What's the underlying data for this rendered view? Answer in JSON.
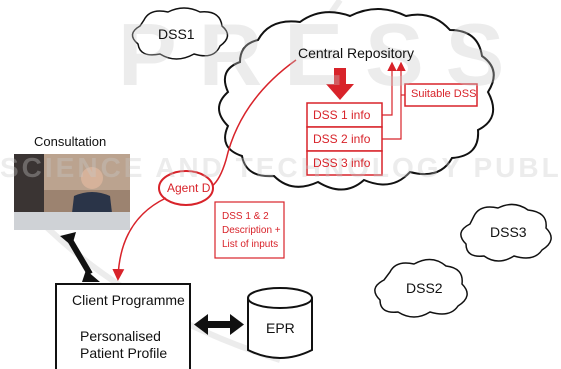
{
  "watermark": {
    "line1": "PRESS",
    "line2": "SCIENCE AND TECHNOLOGY PUBLICATIONS"
  },
  "clouds": {
    "dss1": "DSS1",
    "dss2": "DSS2",
    "dss3": "DSS3"
  },
  "central_repository": {
    "title": "Central Repository",
    "items": [
      "DSS 1 info",
      "DSS 2 info",
      "DSS 3 info"
    ],
    "suitable": "Suitable DSS"
  },
  "consultation": {
    "label": "Consultation"
  },
  "agent": {
    "label": "Agent D"
  },
  "note": {
    "lines": [
      "DSS 1 & 2",
      "Description +",
      "List of inputs"
    ]
  },
  "client": {
    "title": "Client Programme",
    "line1": "Personalised",
    "line2": "Patient Profile"
  },
  "epr": {
    "label": "EPR"
  },
  "colors": {
    "accent": "#d8232a",
    "ink": "#111111",
    "watermark": "#c9c9c9"
  }
}
